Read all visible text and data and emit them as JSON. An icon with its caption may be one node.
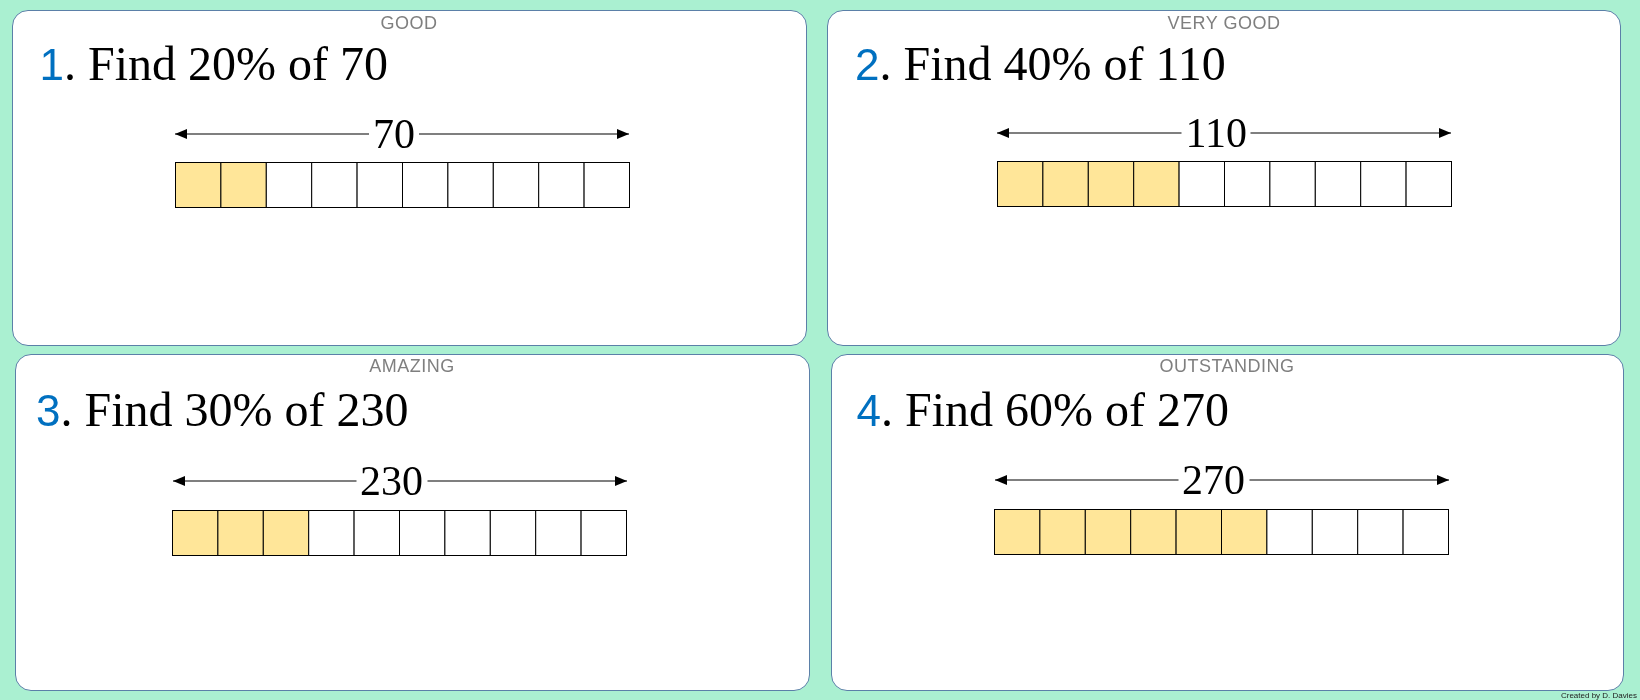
{
  "diagram": {
    "nodes": [
      {
        "text": [
          "GOOD",
          "1. Find 20% of 70",
          "70"
        ]
      },
      {
        "text": [
          "VERY GOOD",
          "2. Find 40% of 110",
          "110"
        ]
      },
      {
        "text": [
          "AMAZING",
          "3. Find 30% of 230",
          "230"
        ]
      },
      {
        "text": [
          "OUTSTANDING",
          "4. Find 60% of 270",
          "270"
        ]
      }
    ],
    "labels": [
      "Created by D. Davies"
    ]
  }
}
